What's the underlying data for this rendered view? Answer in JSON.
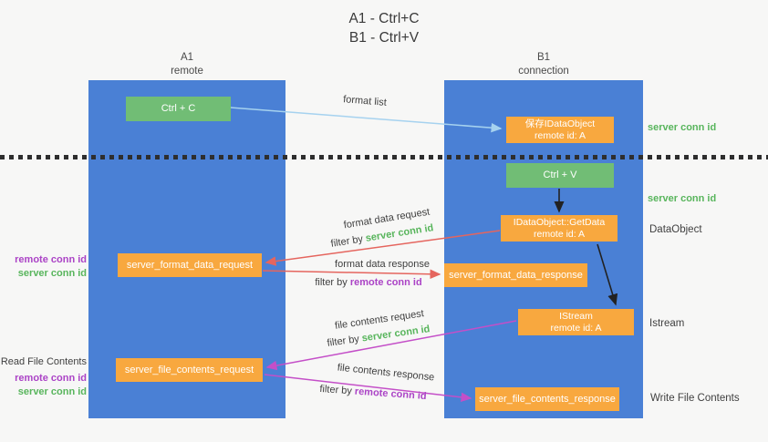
{
  "title": {
    "line1": "A1 - Ctrl+C",
    "line2": "B1 - Ctrl+V"
  },
  "lanes": {
    "left": {
      "name": "A1",
      "type": "remote"
    },
    "right": {
      "name": "B1",
      "type": "connection"
    }
  },
  "nodes": {
    "ctrl_c": "Ctrl + C",
    "ctrl_v": "Ctrl + V",
    "save_idataobject": {
      "line1": "保存IDataObject",
      "line2": "remote id: A"
    },
    "getdata": {
      "line1": "IDataObject::GetData",
      "line2": "remote id: A"
    },
    "istream": {
      "line1": "IStream",
      "line2": "remote id: A"
    },
    "format_request": "server_format_data_request",
    "format_response": "server_format_data_response",
    "file_request": "server_file_contents_request",
    "file_response": "server_file_contents_response"
  },
  "edges": {
    "format_list": "format list",
    "format_data_request": "format data request",
    "format_data_response": "format data response",
    "file_contents_request": "file contents request",
    "file_contents_response": "file contents response",
    "filter_by": "filter by"
  },
  "labels": {
    "server_conn_id": "server conn id",
    "remote_conn_id": "remote conn id",
    "dataobject": "DataObject",
    "istream": "Istream",
    "read_file_contents": "Read File Contents",
    "write_file_contents": "Write File Contents"
  },
  "colors": {
    "lane_blue": "#4a80d5",
    "box_green": "#71bd75",
    "box_orange": "#f8a83f",
    "text_green": "#58b55c",
    "text_purple": "#ab43c6",
    "arrow_red": "#e5655e",
    "arrow_magenta": "#c44fc8",
    "arrow_light_blue": "#a6d2ef",
    "arrow_black": "#222222",
    "dotted_line": "#2e2e2e"
  }
}
